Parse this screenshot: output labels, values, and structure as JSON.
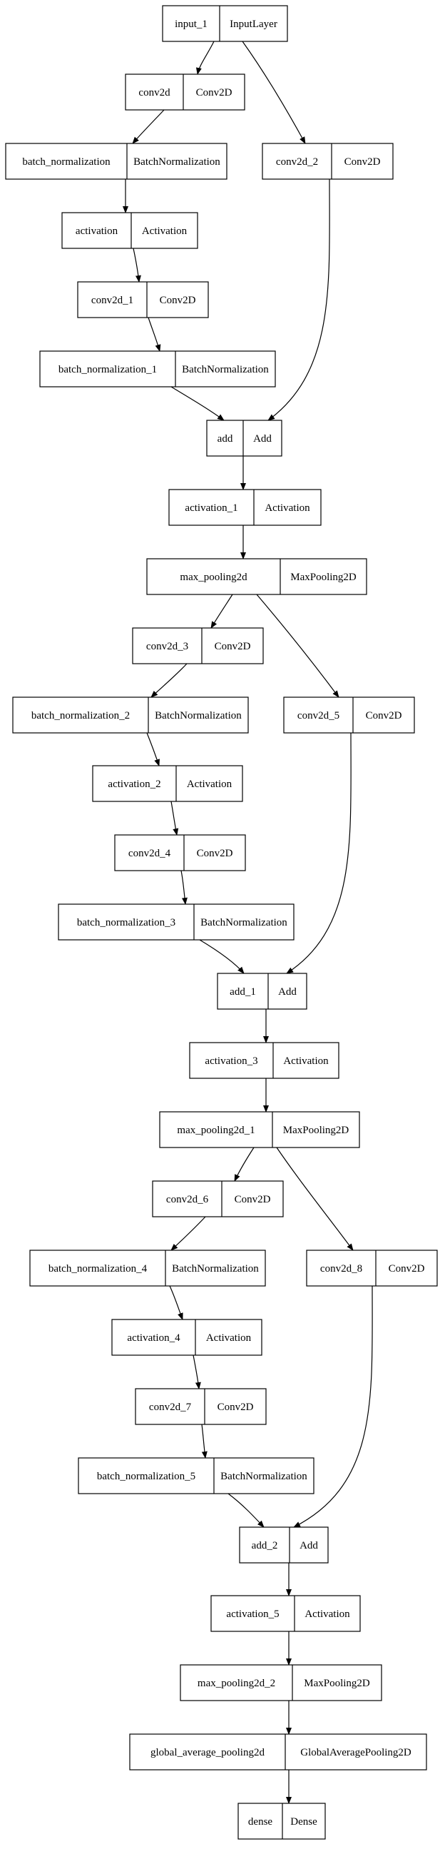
{
  "diagram": {
    "nodes": [
      {
        "id": "n0",
        "name": "input_1",
        "type": "InputLayer"
      },
      {
        "id": "n1",
        "name": "conv2d",
        "type": "Conv2D"
      },
      {
        "id": "n2",
        "name": "conv2d_2",
        "type": "Conv2D"
      },
      {
        "id": "n3",
        "name": "batch_normalization",
        "type": "BatchNormalization"
      },
      {
        "id": "n4",
        "name": "activation",
        "type": "Activation"
      },
      {
        "id": "n5",
        "name": "conv2d_1",
        "type": "Conv2D"
      },
      {
        "id": "n6",
        "name": "batch_normalization_1",
        "type": "BatchNormalization"
      },
      {
        "id": "n7",
        "name": "add",
        "type": "Add"
      },
      {
        "id": "n8",
        "name": "activation_1",
        "type": "Activation"
      },
      {
        "id": "n9",
        "name": "max_pooling2d",
        "type": "MaxPooling2D"
      },
      {
        "id": "n10",
        "name": "conv2d_3",
        "type": "Conv2D"
      },
      {
        "id": "n11",
        "name": "batch_normalization_2",
        "type": "BatchNormalization"
      },
      {
        "id": "n12",
        "name": "conv2d_5",
        "type": "Conv2D"
      },
      {
        "id": "n13",
        "name": "activation_2",
        "type": "Activation"
      },
      {
        "id": "n14",
        "name": "conv2d_4",
        "type": "Conv2D"
      },
      {
        "id": "n15",
        "name": "batch_normalization_3",
        "type": "BatchNormalization"
      },
      {
        "id": "n16",
        "name": "add_1",
        "type": "Add"
      },
      {
        "id": "n17",
        "name": "activation_3",
        "type": "Activation"
      },
      {
        "id": "n18",
        "name": "max_pooling2d_1",
        "type": "MaxPooling2D"
      },
      {
        "id": "n19",
        "name": "conv2d_6",
        "type": "Conv2D"
      },
      {
        "id": "n20",
        "name": "batch_normalization_4",
        "type": "BatchNormalization"
      },
      {
        "id": "n21",
        "name": "conv2d_8",
        "type": "Conv2D"
      },
      {
        "id": "n22",
        "name": "activation_4",
        "type": "Activation"
      },
      {
        "id": "n23",
        "name": "conv2d_7",
        "type": "Conv2D"
      },
      {
        "id": "n24",
        "name": "batch_normalization_5",
        "type": "BatchNormalization"
      },
      {
        "id": "n25",
        "name": "add_2",
        "type": "Add"
      },
      {
        "id": "n26",
        "name": "activation_5",
        "type": "Activation"
      },
      {
        "id": "n27",
        "name": "max_pooling2d_2",
        "type": "MaxPooling2D"
      },
      {
        "id": "n28",
        "name": "global_average_pooling2d",
        "type": "GlobalAveragePooling2D"
      },
      {
        "id": "n29",
        "name": "dense",
        "type": "Dense"
      }
    ],
    "edges": [
      [
        "n0",
        "n1"
      ],
      [
        "n0",
        "n2"
      ],
      [
        "n1",
        "n3"
      ],
      [
        "n3",
        "n4"
      ],
      [
        "n4",
        "n5"
      ],
      [
        "n5",
        "n6"
      ],
      [
        "n6",
        "n7"
      ],
      [
        "n2",
        "n7"
      ],
      [
        "n7",
        "n8"
      ],
      [
        "n8",
        "n9"
      ],
      [
        "n9",
        "n10"
      ],
      [
        "n9",
        "n12"
      ],
      [
        "n10",
        "n11"
      ],
      [
        "n11",
        "n13"
      ],
      [
        "n13",
        "n14"
      ],
      [
        "n14",
        "n15"
      ],
      [
        "n15",
        "n16"
      ],
      [
        "n12",
        "n16"
      ],
      [
        "n16",
        "n17"
      ],
      [
        "n17",
        "n18"
      ],
      [
        "n18",
        "n19"
      ],
      [
        "n18",
        "n21"
      ],
      [
        "n19",
        "n20"
      ],
      [
        "n20",
        "n22"
      ],
      [
        "n22",
        "n23"
      ],
      [
        "n23",
        "n24"
      ],
      [
        "n24",
        "n25"
      ],
      [
        "n21",
        "n25"
      ],
      [
        "n25",
        "n26"
      ],
      [
        "n26",
        "n27"
      ],
      [
        "n27",
        "n28"
      ],
      [
        "n28",
        "n29"
      ]
    ]
  }
}
